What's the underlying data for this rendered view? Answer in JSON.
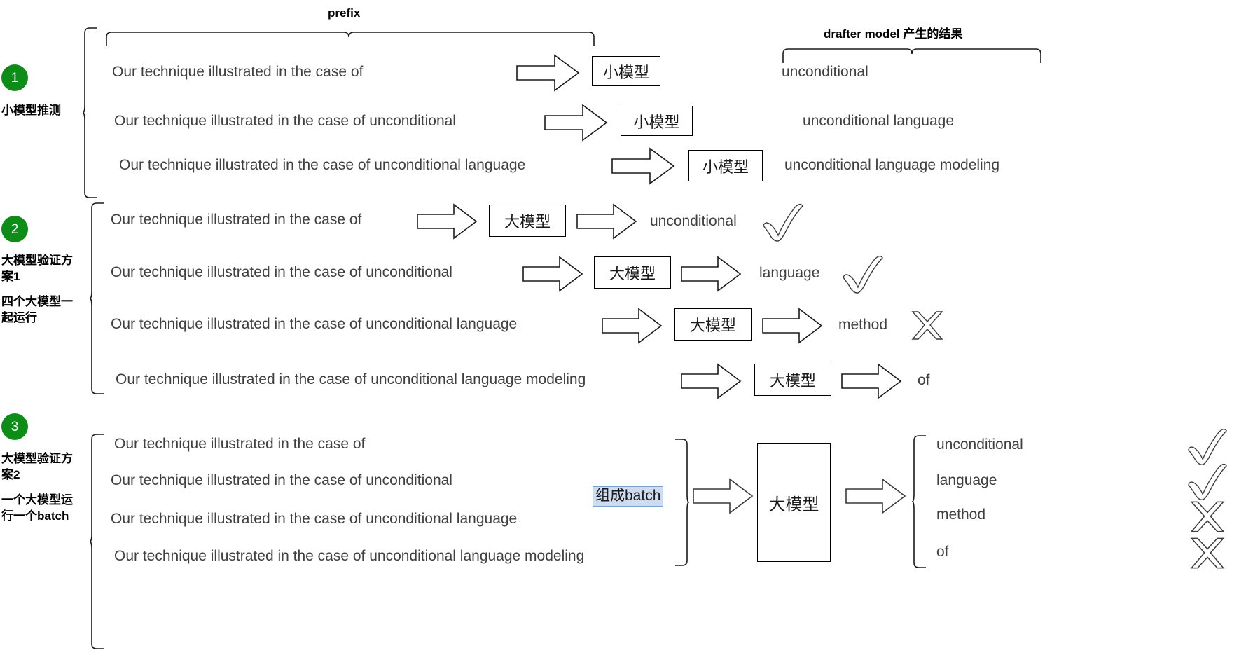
{
  "diagram": {
    "title_labels": {
      "prefix": "prefix",
      "drafter": "drafter model 产生的结果"
    },
    "sections": [
      {
        "number": "1",
        "caption_lines": [
          "小模型推测"
        ],
        "model_label": "小模型",
        "rows": [
          {
            "prefix": "Our technique illustrated in the case of",
            "output": "unconditional",
            "mark": "none"
          },
          {
            "prefix": "Our technique illustrated in the case of unconditional",
            "output": "unconditional language",
            "mark": "none"
          },
          {
            "prefix": "Our technique illustrated in the case of unconditional language",
            "output": "unconditional language modeling",
            "mark": "none"
          }
        ]
      },
      {
        "number": "2",
        "caption_lines": [
          "大模型验证方案1",
          "四个大模型一起运行"
        ],
        "model_label": "大模型",
        "rows": [
          {
            "prefix": "Our technique illustrated in the case of",
            "output": "unconditional",
            "mark": "check"
          },
          {
            "prefix": "Our technique illustrated in the case of unconditional",
            "output": "language",
            "mark": "check"
          },
          {
            "prefix": "Our technique illustrated in the case of unconditional language",
            "output": "method",
            "mark": "cross"
          },
          {
            "prefix": "Our technique illustrated in the case of unconditional language modeling",
            "output": "of",
            "mark": "none"
          }
        ]
      },
      {
        "number": "3",
        "caption_lines": [
          "大模型验证方案2",
          "一个大模型运行一个batch"
        ],
        "model_label": "大模型",
        "batch_label": "组成batch",
        "rows": [
          {
            "prefix": "Our technique illustrated in the case of",
            "output": "unconditional",
            "mark": "check"
          },
          {
            "prefix": "Our technique illustrated in the case of unconditional",
            "output": "language",
            "mark": "check"
          },
          {
            "prefix": "Our technique illustrated in the case of unconditional language",
            "output": "method",
            "mark": "cross"
          },
          {
            "prefix": "Our technique illustrated in the case of unconditional language modeling",
            "output": "of",
            "mark": "cross"
          }
        ]
      }
    ],
    "colors": {
      "badge_green": "#0d8c17",
      "text_gray": "#404040",
      "stroke_black": "#000000",
      "batch_highlight": "#cfdcf0"
    },
    "icons": {
      "check": "check-mark-icon",
      "cross": "cross-mark-icon",
      "arrow": "block-arrow-right-icon",
      "brace": "curly-brace-icon"
    }
  }
}
